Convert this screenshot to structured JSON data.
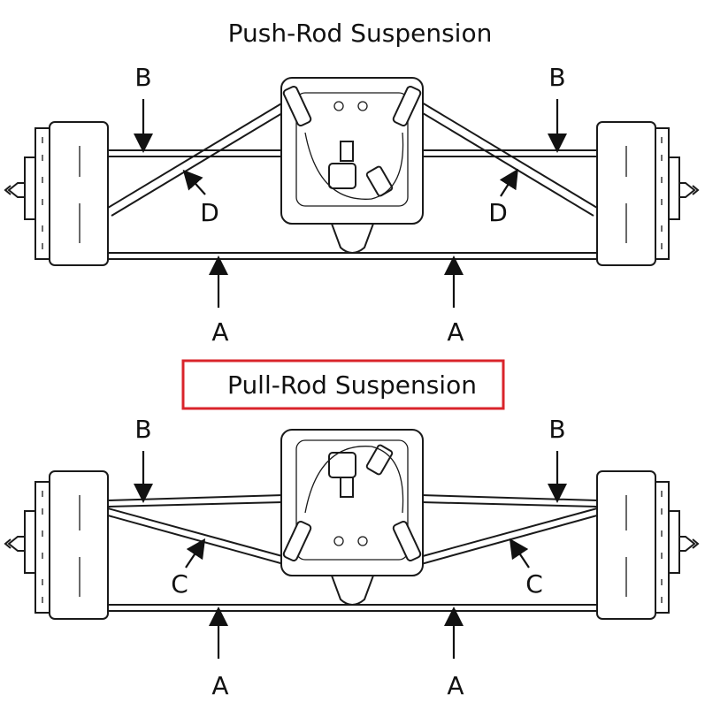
{
  "diagrams": [
    {
      "title": "Push-Rod Suspension",
      "highlighted": false,
      "labels": {
        "upper_left": "B",
        "upper_right": "B",
        "mid_left": "D",
        "mid_right": "D",
        "lower_left": "A",
        "lower_right": "A"
      }
    },
    {
      "title": "Pull-Rod Suspension",
      "highlighted": true,
      "highlight_color": "#d9242b",
      "labels": {
        "upper_left": "B",
        "upper_right": "B",
        "mid_left": "C",
        "mid_right": "C",
        "lower_left": "A",
        "lower_right": "A"
      }
    }
  ]
}
